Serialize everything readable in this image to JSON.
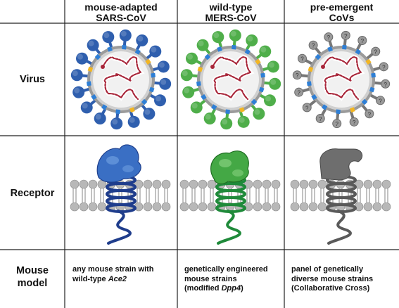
{
  "columns": [
    {
      "line1": "mouse-adapted",
      "line2": "SARS-CoV",
      "color": "#2f5fae",
      "spike_color": "#2f5fae"
    },
    {
      "line1": "wild-type",
      "line2": "MERS-CoV",
      "color": "#3a9b3a",
      "spike_color": "#4fae4a"
    },
    {
      "line1": "pre-emergent",
      "line2": "CoVs",
      "color": "#6b6b6b",
      "spike_color": "#8a8a8a"
    }
  ],
  "rows": {
    "virus": "Virus",
    "receptor": "Receptor",
    "mouse_model_line1": "Mouse",
    "mouse_model_line2": "model"
  },
  "mouse_models": [
    {
      "line1": "any mouse strain with",
      "line2_prefix": "wild-type ",
      "line2_italic": "Ace2",
      "line3_prefix": "",
      "line3_italic": "",
      "line3_suffix": ""
    },
    {
      "line1": "genetically engineered",
      "line2_prefix": "mouse strains",
      "line2_italic": "",
      "line3_prefix": "(modified ",
      "line3_italic": "Dpp4",
      "line3_suffix": ")"
    },
    {
      "line1": "panel of genetically",
      "line2_prefix": "diverse mouse strains",
      "line2_italic": "",
      "line3_prefix": "(Collaborative Cross)",
      "line3_italic": "",
      "line3_suffix": ""
    }
  ],
  "receptor_helix_colors": [
    "#1f3d8c",
    "#1f8a3a",
    "#5a5a5a"
  ],
  "spike_unknown_mark": "?",
  "palette": {
    "envelope": "#cfcfcf",
    "envelope_stroke": "#9a9a9a",
    "membrane_protein": "#2e7fd6",
    "envelope_protein": "#f2b623",
    "rna": "#a8263a",
    "lipid_head": "#b8b8b8",
    "grid": "#222222"
  }
}
